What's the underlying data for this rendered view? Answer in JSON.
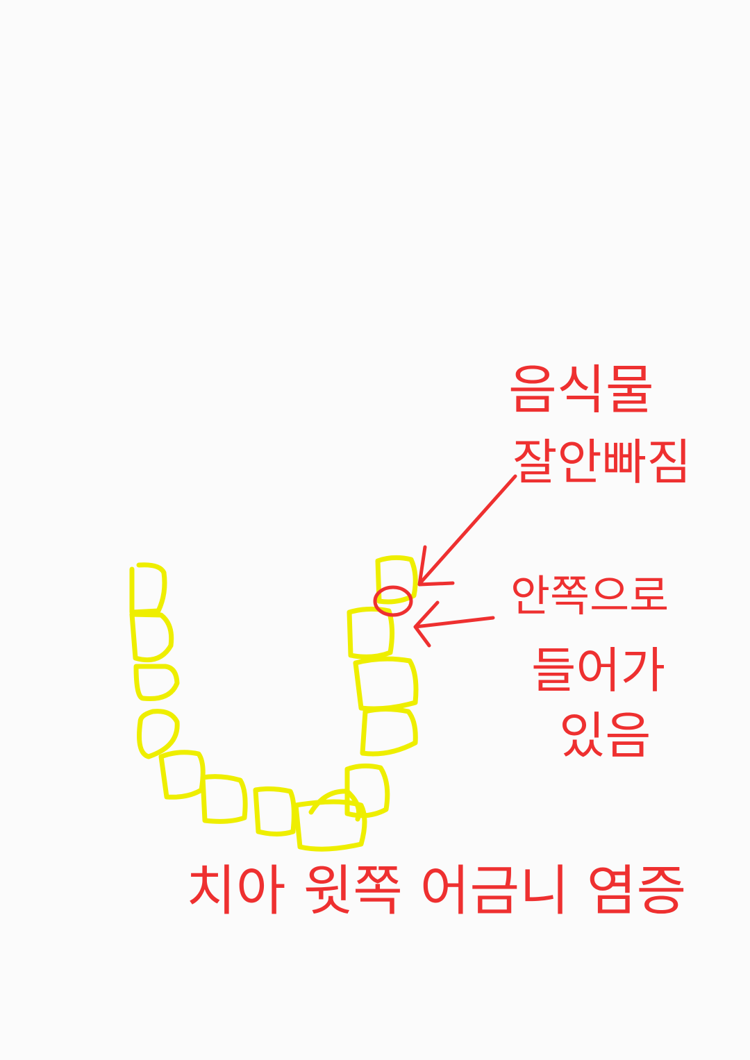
{
  "annotations": {
    "top_note": [
      "음식물",
      "잘안빠짐"
    ],
    "side_note": [
      "안쪽으로",
      "들어가",
      "있음"
    ],
    "bottom_note": "치아 윗쪽 어금니 염증"
  },
  "colors": {
    "background": "#fbfbfb",
    "teeth_outline": "#eeee00",
    "annotation": "#ee3030"
  }
}
